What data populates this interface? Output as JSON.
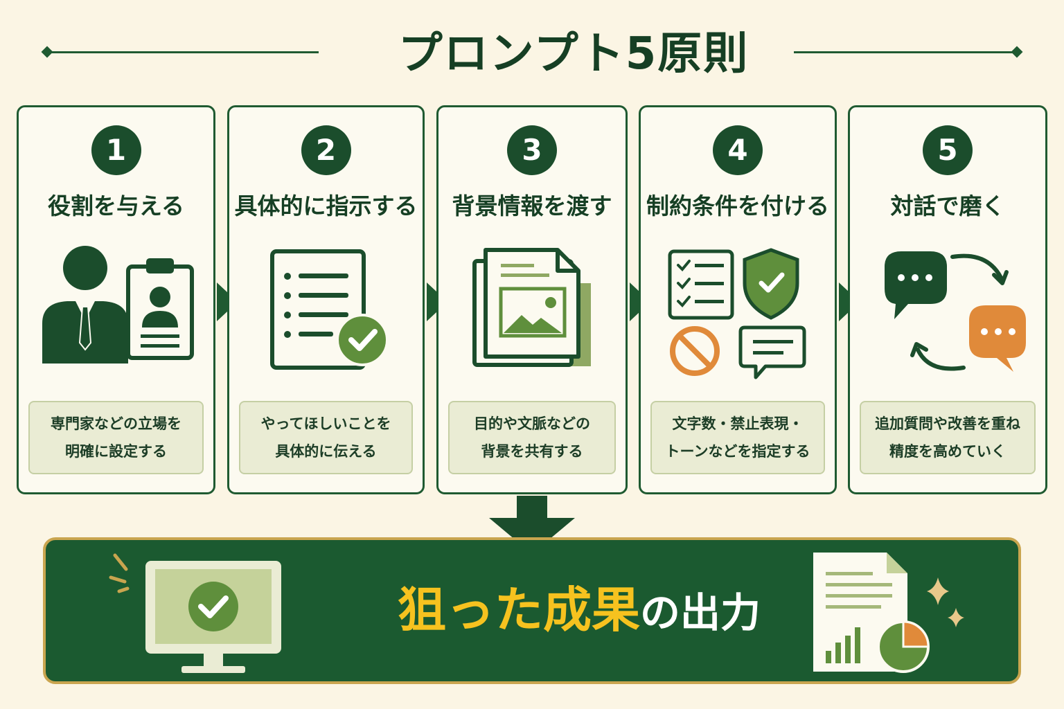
{
  "title": "プロンプト5原則",
  "principles": [
    {
      "number": "1",
      "title": "役割を与える",
      "desc1": "専門家などの立場を",
      "desc2": "明確に設定する",
      "icon": "person-with-id-badge-icon"
    },
    {
      "number": "2",
      "title": "具体的に指示する",
      "desc1": "やってほしいことを",
      "desc2": "具体的に伝える",
      "icon": "checklist-document-icon"
    },
    {
      "number": "3",
      "title": "背景情報を渡す",
      "desc1": "目的や文脈などの",
      "desc2": "背景を共有する",
      "icon": "image-documents-icon"
    },
    {
      "number": "4",
      "title": "制約条件を付ける",
      "desc1": "文字数・禁止表現・",
      "desc2": "トーンなどを指定する",
      "icon": "constraints-icon"
    },
    {
      "number": "5",
      "title": "対話で磨く",
      "desc1": "追加質問や改善を重ね",
      "desc2": "精度を高めていく",
      "icon": "dialogue-cycle-icon"
    }
  ],
  "result": {
    "highlight": "狙った成果",
    "rest": "の出力"
  },
  "colors": {
    "primary": "#1b4d2c",
    "accent_green": "#5f8f3c",
    "accent_orange": "#e08a3a",
    "highlight": "#f6c21f",
    "background": "#fbf5e4",
    "border_gold": "#c9a54f"
  }
}
